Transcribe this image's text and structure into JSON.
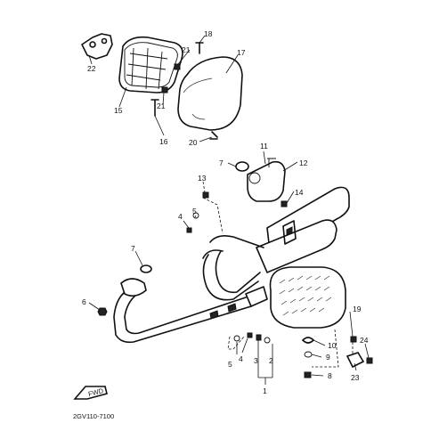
{
  "diagram_code": "2GV110-7100",
  "front_arrow_label": "FWD",
  "callouts": [
    "1",
    "2",
    "3",
    "4",
    "5",
    "6",
    "7",
    "7",
    "8",
    "9",
    "10",
    "11",
    "12",
    "13",
    "14",
    "15",
    "16",
    "17",
    "18",
    "19",
    "20",
    "21",
    "21",
    "22",
    "23",
    "24",
    "4",
    "5"
  ]
}
